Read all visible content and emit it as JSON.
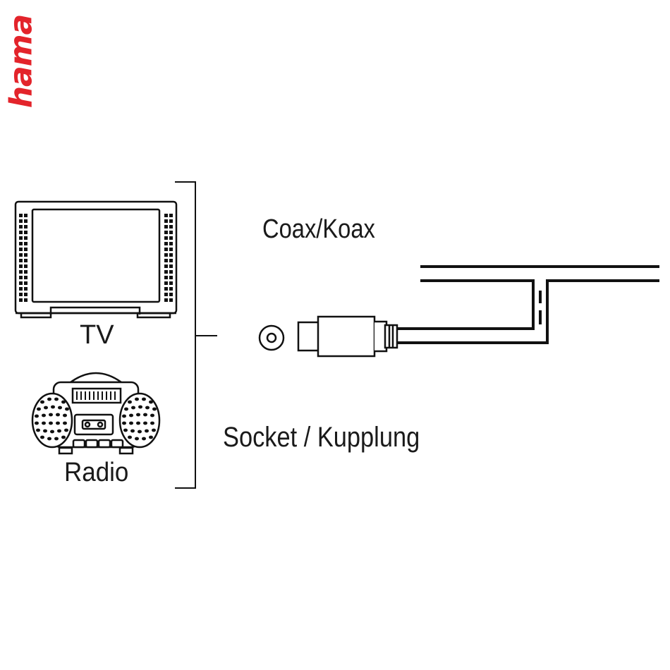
{
  "brand": {
    "logo_text": "hama",
    "color": "#e3242b"
  },
  "labels": {
    "coax": "Coax/Koax",
    "socket": "Socket / Kupplung",
    "tv": "TV",
    "radio": "Radio"
  },
  "colors": {
    "line": "#111111",
    "background": "#ffffff"
  },
  "icons": [
    "tv-icon",
    "radio-icon",
    "socket-icon",
    "coax-plug-icon"
  ]
}
